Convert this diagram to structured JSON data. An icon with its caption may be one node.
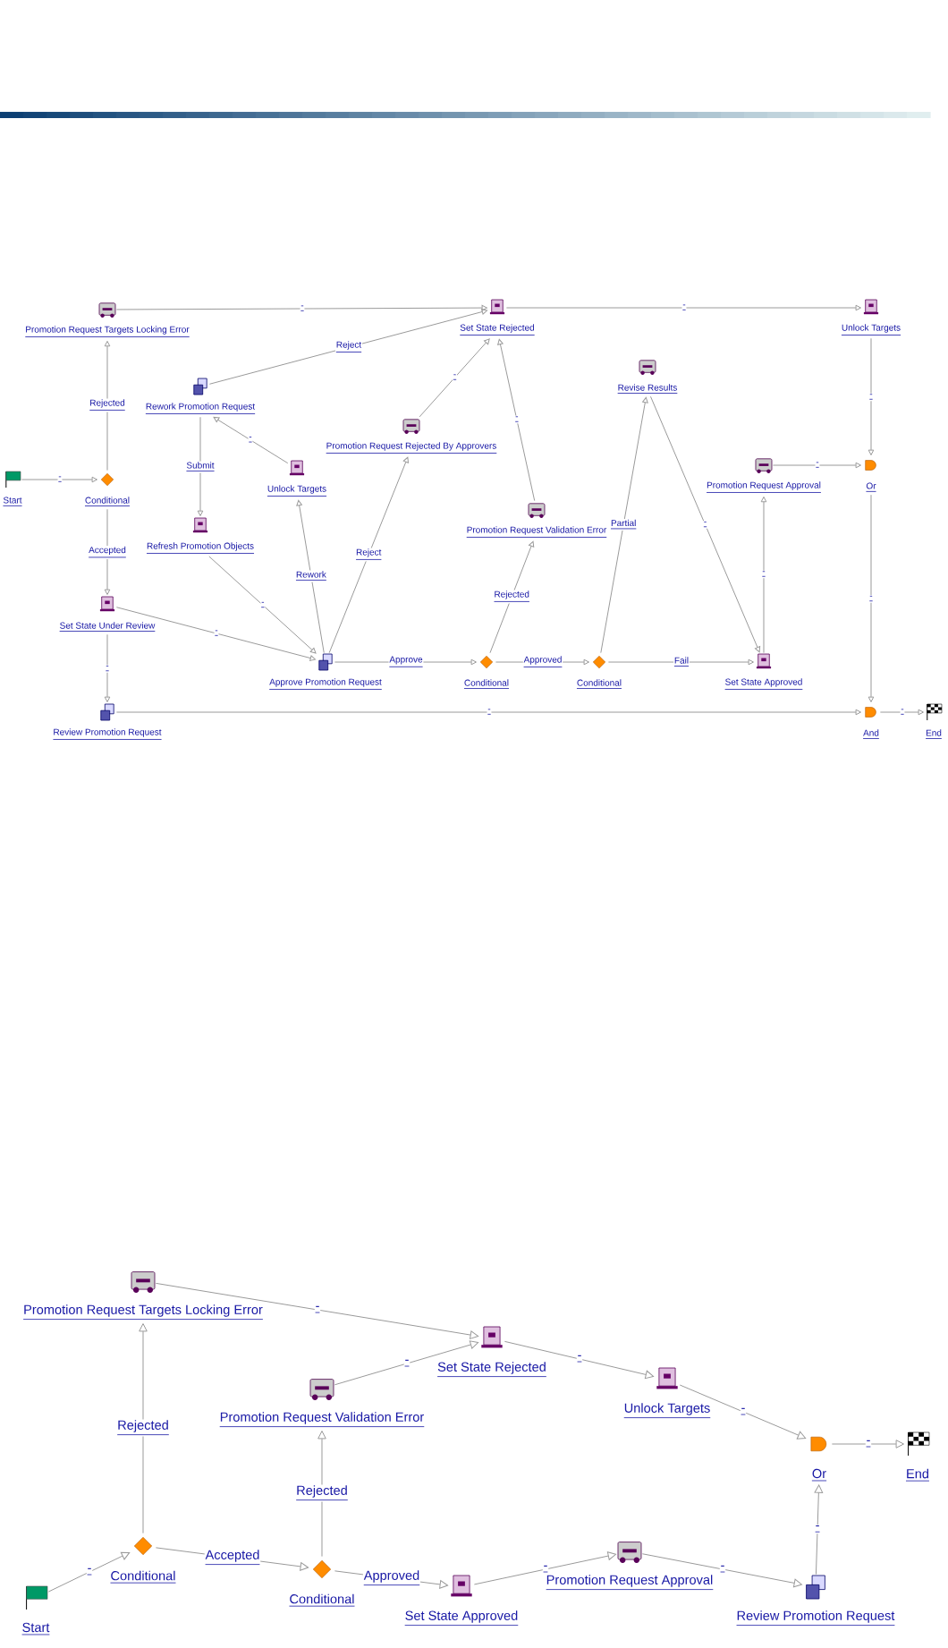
{
  "diagram": {
    "nodes": [
      {
        "text": [
          "Start"
        ]
      },
      {
        "text": [
          "Conditional"
        ]
      },
      {
        "text": [
          "Promotion Request Targets Locking Error"
        ]
      },
      {
        "text": [
          "Rework Promotion Request"
        ]
      },
      {
        "text": [
          "Unlock Targets"
        ]
      },
      {
        "text": [
          "Refresh Promotion Objects"
        ]
      },
      {
        "text": [
          "Set State Under Review"
        ]
      },
      {
        "text": [
          "Review Promotion Request"
        ]
      },
      {
        "text": [
          "Approve Promotion Request"
        ]
      },
      {
        "text": [
          "Promotion Request Rejected By Approvers"
        ]
      },
      {
        "text": [
          "Set State Rejected"
        ]
      },
      {
        "text": [
          "Promotion Request Validation Error"
        ]
      },
      {
        "text": [
          "Conditional"
        ]
      },
      {
        "text": [
          "Revise Results"
        ]
      },
      {
        "text": [
          "Conditional"
        ]
      },
      {
        "text": [
          "Set State Approved"
        ]
      },
      {
        "text": [
          "Promotion Request Approval"
        ]
      },
      {
        "text": [
          "Unlock Targets"
        ]
      },
      {
        "text": [
          "Or"
        ]
      },
      {
        "text": [
          "And"
        ]
      },
      {
        "text": [
          "End"
        ]
      },
      {
        "text": [
          "Promotion Request Targets Locking Error"
        ]
      },
      {
        "text": [
          "Set State Rejected"
        ]
      },
      {
        "text": [
          "Promotion Request Validation Error"
        ]
      },
      {
        "text": [
          "Unlock Targets"
        ]
      },
      {
        "text": [
          "Or"
        ]
      },
      {
        "text": [
          "End"
        ]
      },
      {
        "text": [
          "Conditional"
        ]
      },
      {
        "text": [
          "Conditional"
        ]
      },
      {
        "text": [
          "Start"
        ]
      },
      {
        "text": [
          "Set State Approved"
        ]
      },
      {
        "text": [
          "Promotion Request Approval"
        ]
      },
      {
        "text": [
          "Review Promotion Request"
        ]
      }
    ],
    "edges": [
      {
        "from": 0,
        "to": 1,
        "arrow": "to",
        "label": "-"
      },
      {
        "from": 1,
        "to": 2,
        "arrow": "to",
        "label": "Rejected"
      },
      {
        "from": 1,
        "to": 6,
        "arrow": "to",
        "label": "Accepted"
      },
      {
        "from": 2,
        "to": 10,
        "arrow": "to",
        "label": "-"
      },
      {
        "from": 3,
        "to": 10,
        "arrow": "to",
        "label": "Reject"
      },
      {
        "from": 3,
        "to": 5,
        "arrow": "to",
        "label": "Submit"
      },
      {
        "from": 4,
        "to": 3,
        "arrow": "to",
        "label": "-"
      },
      {
        "from": 5,
        "to": 8,
        "arrow": "to",
        "label": "-"
      },
      {
        "from": 6,
        "to": 8,
        "arrow": "to",
        "label": "-"
      },
      {
        "from": 6,
        "to": 7,
        "arrow": "to",
        "label": "-"
      },
      {
        "from": 8,
        "to": 4,
        "arrow": "to",
        "label": "Rework"
      },
      {
        "from": 8,
        "to": 9,
        "arrow": "to",
        "label": "Reject"
      },
      {
        "from": 9,
        "to": 10,
        "arrow": "to",
        "label": "-"
      },
      {
        "from": 11,
        "to": 10,
        "arrow": "to",
        "label": "-"
      },
      {
        "from": 8,
        "to": 12,
        "arrow": "to",
        "label": "Approve"
      },
      {
        "from": 12,
        "to": 11,
        "arrow": "to",
        "label": "Rejected"
      },
      {
        "from": 12,
        "to": 14,
        "arrow": "to",
        "label": "Approved"
      },
      {
        "from": 14,
        "to": 13,
        "arrow": "to",
        "label": "Partial"
      },
      {
        "from": 13,
        "to": 15,
        "arrow": "to",
        "label": "-"
      },
      {
        "from": 14,
        "to": 15,
        "arrow": "to",
        "label": "Fail"
      },
      {
        "from": 15,
        "to": 16,
        "arrow": "to",
        "label": "-"
      },
      {
        "from": 16,
        "to": 18,
        "arrow": "to",
        "label": "-"
      },
      {
        "from": 10,
        "to": 17,
        "arrow": "to",
        "label": "-"
      },
      {
        "from": 17,
        "to": 18,
        "arrow": "to",
        "label": "-"
      },
      {
        "from": 18,
        "to": 19,
        "arrow": "to",
        "label": "-"
      },
      {
        "from": 7,
        "to": 19,
        "arrow": "to",
        "label": "-"
      },
      {
        "from": 19,
        "to": 20,
        "arrow": "to",
        "label": "-"
      },
      {
        "from": 21,
        "to": 22,
        "arrow": "to",
        "label": "-"
      },
      {
        "from": 23,
        "to": 22,
        "arrow": "to",
        "label": "-"
      },
      {
        "from": 22,
        "to": 24,
        "arrow": "to",
        "label": "-"
      },
      {
        "from": 24,
        "to": 25,
        "arrow": "to",
        "label": "-"
      },
      {
        "from": 25,
        "to": 26,
        "arrow": "to",
        "label": "-"
      },
      {
        "from": 27,
        "to": 21,
        "arrow": "to",
        "label": "Rejected"
      },
      {
        "from": 27,
        "to": 28,
        "arrow": "to",
        "label": "Accepted"
      },
      {
        "from": 29,
        "to": 27,
        "arrow": "to",
        "label": "-"
      },
      {
        "from": 28,
        "to": 23,
        "arrow": "to",
        "label": "Rejected"
      },
      {
        "from": 28,
        "to": 30,
        "arrow": "to",
        "label": "Approved"
      },
      {
        "from": 30,
        "to": 31,
        "arrow": "to",
        "label": "-"
      },
      {
        "from": 31,
        "to": 32,
        "arrow": "to",
        "label": "-"
      },
      {
        "from": 32,
        "to": 25,
        "arrow": "to",
        "label": "-"
      }
    ]
  }
}
